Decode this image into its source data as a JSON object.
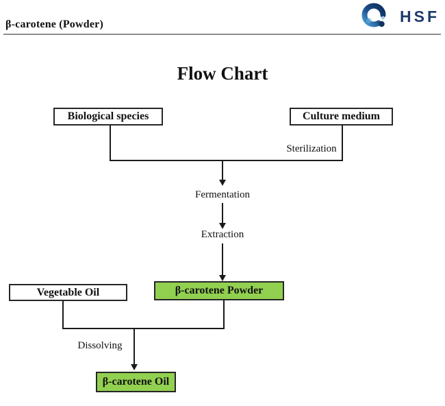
{
  "page": {
    "doc_title": "β-carotene (Powder)"
  },
  "logo": {
    "text": "HSF"
  },
  "flowchart": {
    "title": "Flow Chart",
    "nodes": {
      "biological_species": "Biological species",
      "culture_medium": "Culture medium",
      "vegetable_oil": "Vegetable Oil",
      "beta_carotene_powder": "β-carotene Powder",
      "beta_carotene_oil": "β-carotene Oil"
    },
    "steps": {
      "sterilization": "Sterilization",
      "fermentation": "Fermentation",
      "extraction": "Extraction",
      "dissolving": "Dissolving"
    },
    "edges": [
      "biological_species -> sterilization junction",
      "culture_medium -> sterilization junction",
      "junction -> fermentation -> extraction -> beta_carotene_powder",
      "vegetable_oil -> dissolving junction",
      "beta_carotene_powder -> dissolving junction",
      "junction -> beta_carotene_oil"
    ]
  },
  "colors": {
    "node_highlight_green": "#92d050",
    "node_border": "#262626",
    "connector_line": "#1a1a1a",
    "logo_navy": "#1d3a6a",
    "logo_blue_light": "#4a9fd4",
    "header_rule_gray": "#8c8c8c"
  }
}
